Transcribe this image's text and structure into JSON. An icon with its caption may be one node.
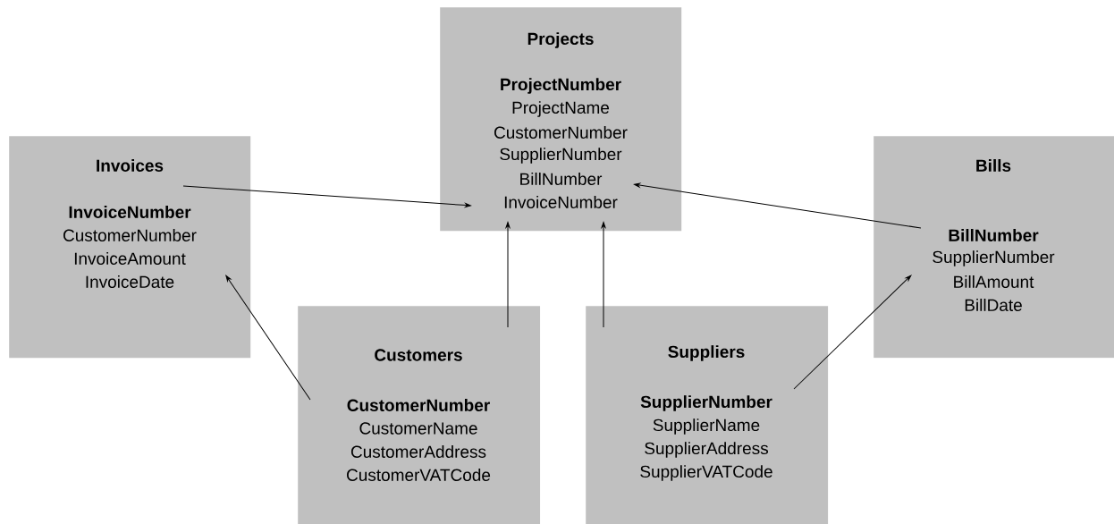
{
  "diagram": {
    "nodes": [
      {
        "text": [
          "Projects",
          "ProjectNumber",
          "ProjectName",
          "CustomerNumber",
          "SupplierNumber",
          "BillNumber",
          "InvoiceNumber"
        ]
      },
      {
        "text": [
          "Invoices",
          "InvoiceNumber",
          "CustomerNumber",
          "InvoiceAmount",
          "InvoiceDate"
        ]
      },
      {
        "text": [
          "Bills",
          "BillNumber",
          "SupplierNumber",
          "BillAmount",
          "BillDate"
        ]
      },
      {
        "text": [
          "Customers",
          "CustomerNumber",
          "CustomerName",
          "CustomerAddress",
          "CustomerVATCode"
        ]
      },
      {
        "text": [
          "Suppliers",
          "SupplierNumber",
          "SupplierName",
          "SupplierAddress",
          "SupplierVATCode"
        ]
      }
    ],
    "edges": [
      {
        "from": 1,
        "to": 0,
        "arrow": "to"
      },
      {
        "from": 2,
        "to": 0,
        "arrow": "to"
      },
      {
        "from": 3,
        "to": 0,
        "arrow": "to"
      },
      {
        "from": 4,
        "to": 0,
        "arrow": "to"
      },
      {
        "from": 3,
        "to": 1,
        "arrow": "to"
      },
      {
        "from": 4,
        "to": 2,
        "arrow": "to"
      }
    ]
  }
}
